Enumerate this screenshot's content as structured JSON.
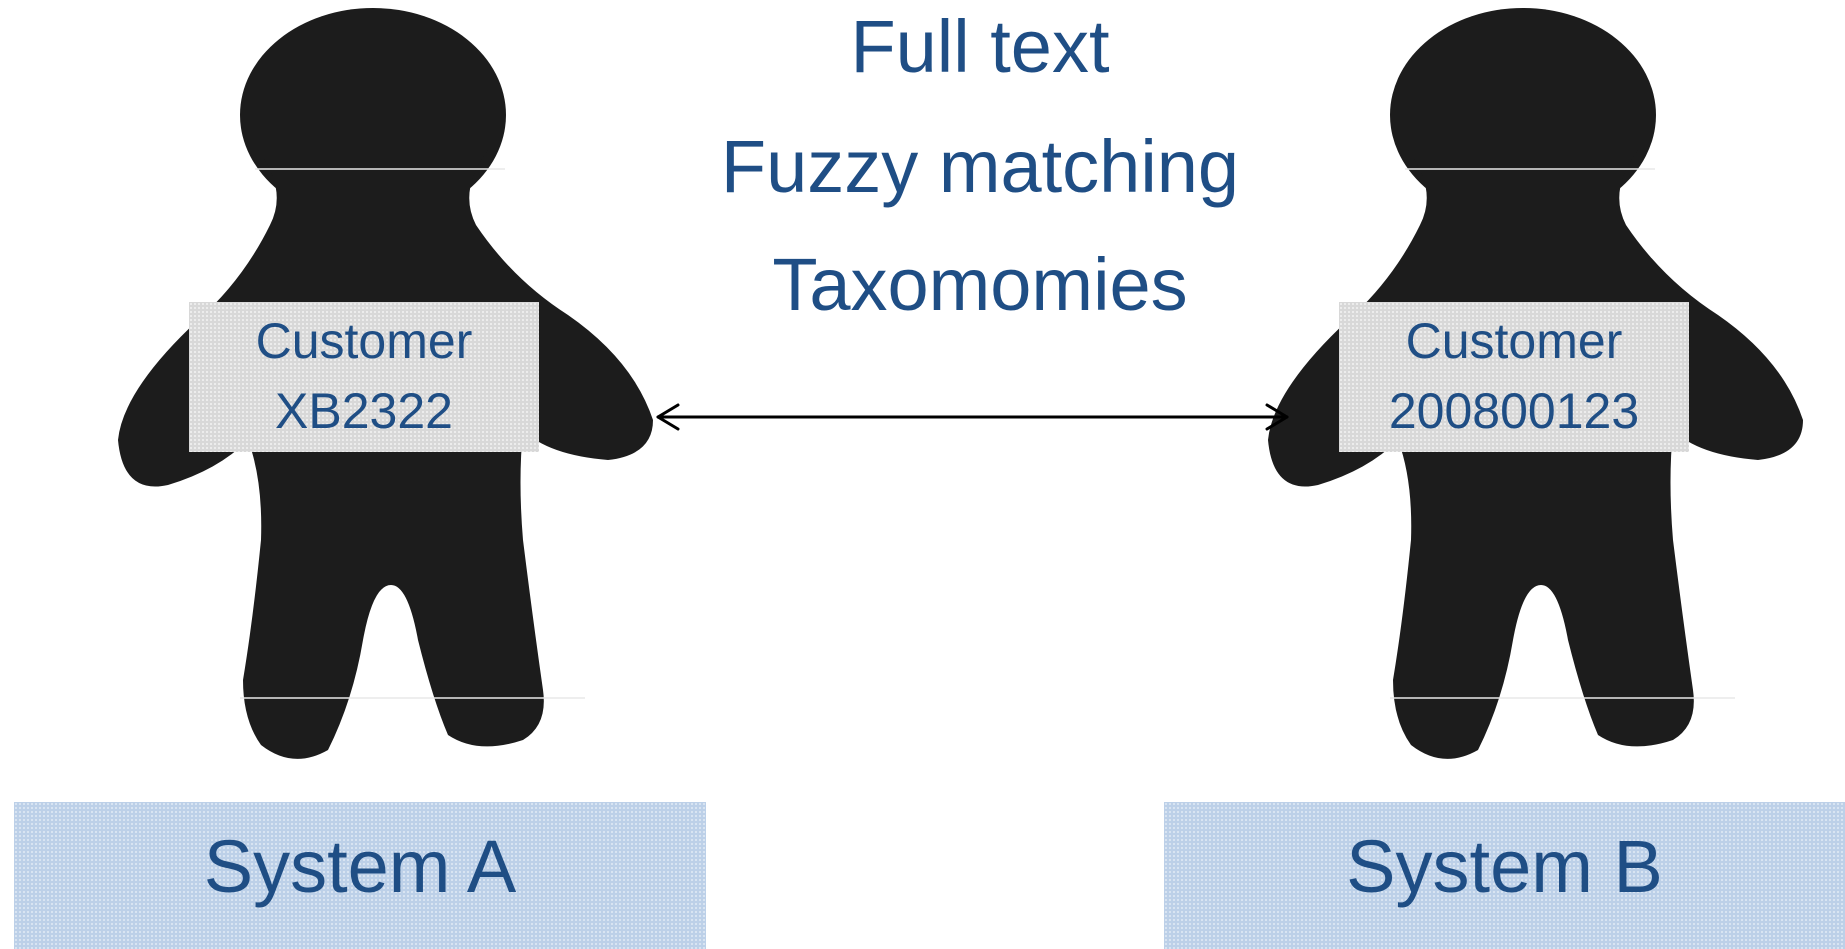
{
  "features": {
    "line1": "Full text",
    "line2": "Fuzzy matching",
    "line3": "Taxomomies"
  },
  "person_a": {
    "label_line1": "Customer",
    "label_line2": "XB2322"
  },
  "person_b": {
    "label_line1": "Customer",
    "label_line2": "200800123"
  },
  "systems": {
    "a": "System A",
    "b": "System B"
  },
  "colors": {
    "text": "#1f4e85",
    "figure": "#1c1c1c",
    "badge": "#d8d8d8",
    "system_box": "#bcd0e8"
  }
}
